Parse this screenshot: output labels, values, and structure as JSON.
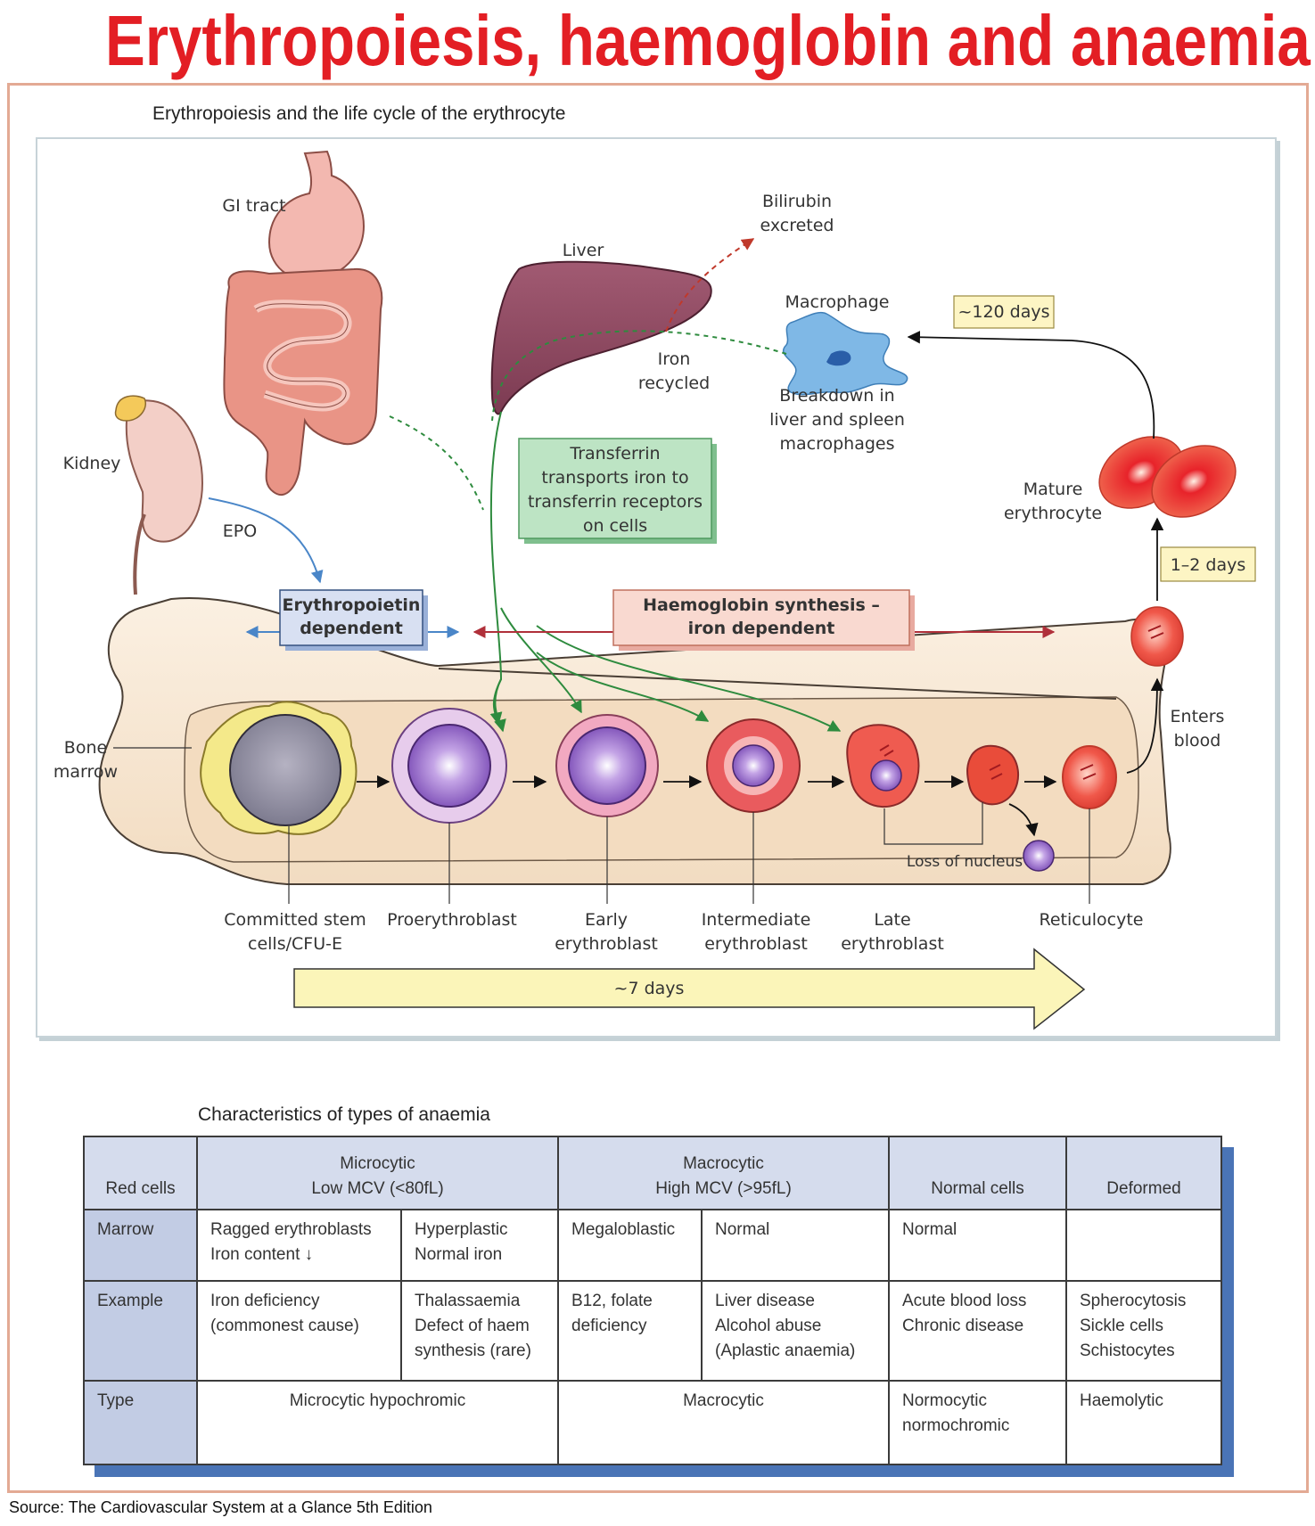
{
  "title": "Erythropoiesis, haemoglobin and anaemia",
  "diagram": {
    "section_title": "Erythropoiesis and the life cycle of the erythrocyte",
    "organs": {
      "gi_tract": "GI tract",
      "liver": "Liver",
      "kidney": "Kidney",
      "epo": "EPO",
      "bone_marrow": [
        "Bone",
        "marrow"
      ]
    },
    "bilirubin": [
      "Bilirubin",
      "excreted"
    ],
    "iron_recycled": [
      "Iron",
      "recycled"
    ],
    "macrophage": "Macrophage",
    "breakdown": [
      "Breakdown in",
      "liver and spleen",
      "macrophages"
    ],
    "days_120": "~120 days",
    "days_1_2": "1–2 days",
    "transferrin": [
      "Transferrin",
      "transports iron to",
      "transferrin receptors",
      "on cells"
    ],
    "mature_erythrocyte": [
      "Mature",
      "erythrocyte"
    ],
    "epo_dependent": [
      "Erythropoietin",
      "dependent"
    ],
    "hb_synthesis": [
      "Haemoglobin synthesis –",
      "iron dependent"
    ],
    "enters_blood": [
      "Enters",
      "blood"
    ],
    "loss_of_nucleus": "Loss of nucleus",
    "stages": [
      [
        "Committed stem",
        "cells/CFU-E"
      ],
      [
        "Proerythroblast"
      ],
      [
        "Early",
        "erythroblast"
      ],
      [
        "Intermediate",
        "erythroblast"
      ],
      [
        "Late",
        "erythroblast"
      ],
      [
        "Reticulocyte"
      ]
    ],
    "days_7": "~7 days",
    "colors": {
      "iron_path": "#2e8b3e",
      "epo_arrow": "#4a86c8",
      "hb_arrow": "#b0303a",
      "bilirubin_path": "#c0392b"
    }
  },
  "table": {
    "section_title": "Characteristics of types of anaemia",
    "header": {
      "red_cells": "Red cells",
      "microcytic": "Microcytic\nLow MCV (<80fL)",
      "macrocytic": "Macrocytic\nHigh MCV (>95fL)",
      "normal_cells": "Normal cells",
      "deformed": "Deformed"
    },
    "marrow": {
      "label": "Marrow",
      "cells": [
        "Ragged erythroblasts\nIron content ↓",
        "Hyperplastic\nNormal iron",
        "Megaloblastic",
        "Normal",
        "Normal",
        ""
      ]
    },
    "example": {
      "label": "Example",
      "cells": [
        "Iron deficiency\n(commonest cause)",
        "Thalassaemia\nDefect of haem\nsynthesis (rare)",
        "B12, folate\ndeficiency",
        "Liver disease\nAlcohol abuse\n(Aplastic anaemia)",
        "Acute blood loss\nChronic disease",
        "Spherocytosis\nSickle cells\nSchistocytes"
      ]
    },
    "type": {
      "label": "Type",
      "cells": [
        "Microcytic hypochromic",
        "Macrocytic",
        "Normocytic\nnormochromic",
        "Haemolytic"
      ]
    }
  },
  "source": "Source: The Cardiovascular System at a Glance 5th Edition"
}
